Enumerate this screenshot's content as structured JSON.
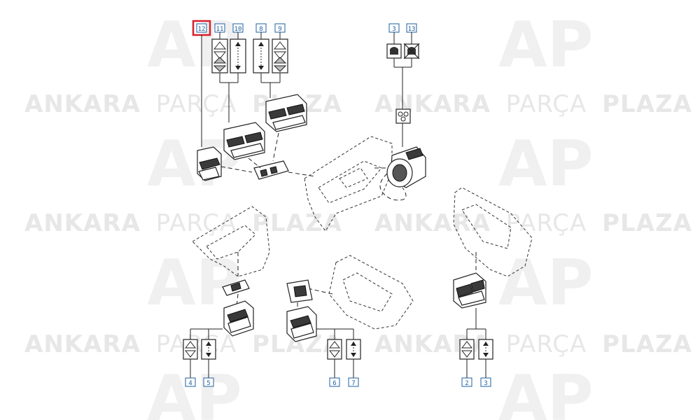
{
  "watermark": {
    "brand_bold_1": "ANKARA",
    "brand_light": "PARÇA",
    "brand_bold_2": "PLAZA"
  },
  "callouts": {
    "c12_top": "12",
    "c11": "11",
    "c10": "10",
    "c8": "8",
    "c9": "9",
    "c3_top": "3",
    "c13": "13",
    "c4": "4",
    "c5": "5",
    "c6": "6",
    "c7": "7",
    "c2": "2",
    "c3_bottom": "3"
  },
  "highlight_color": "#d8202a",
  "label_color": "#1f5fa0"
}
